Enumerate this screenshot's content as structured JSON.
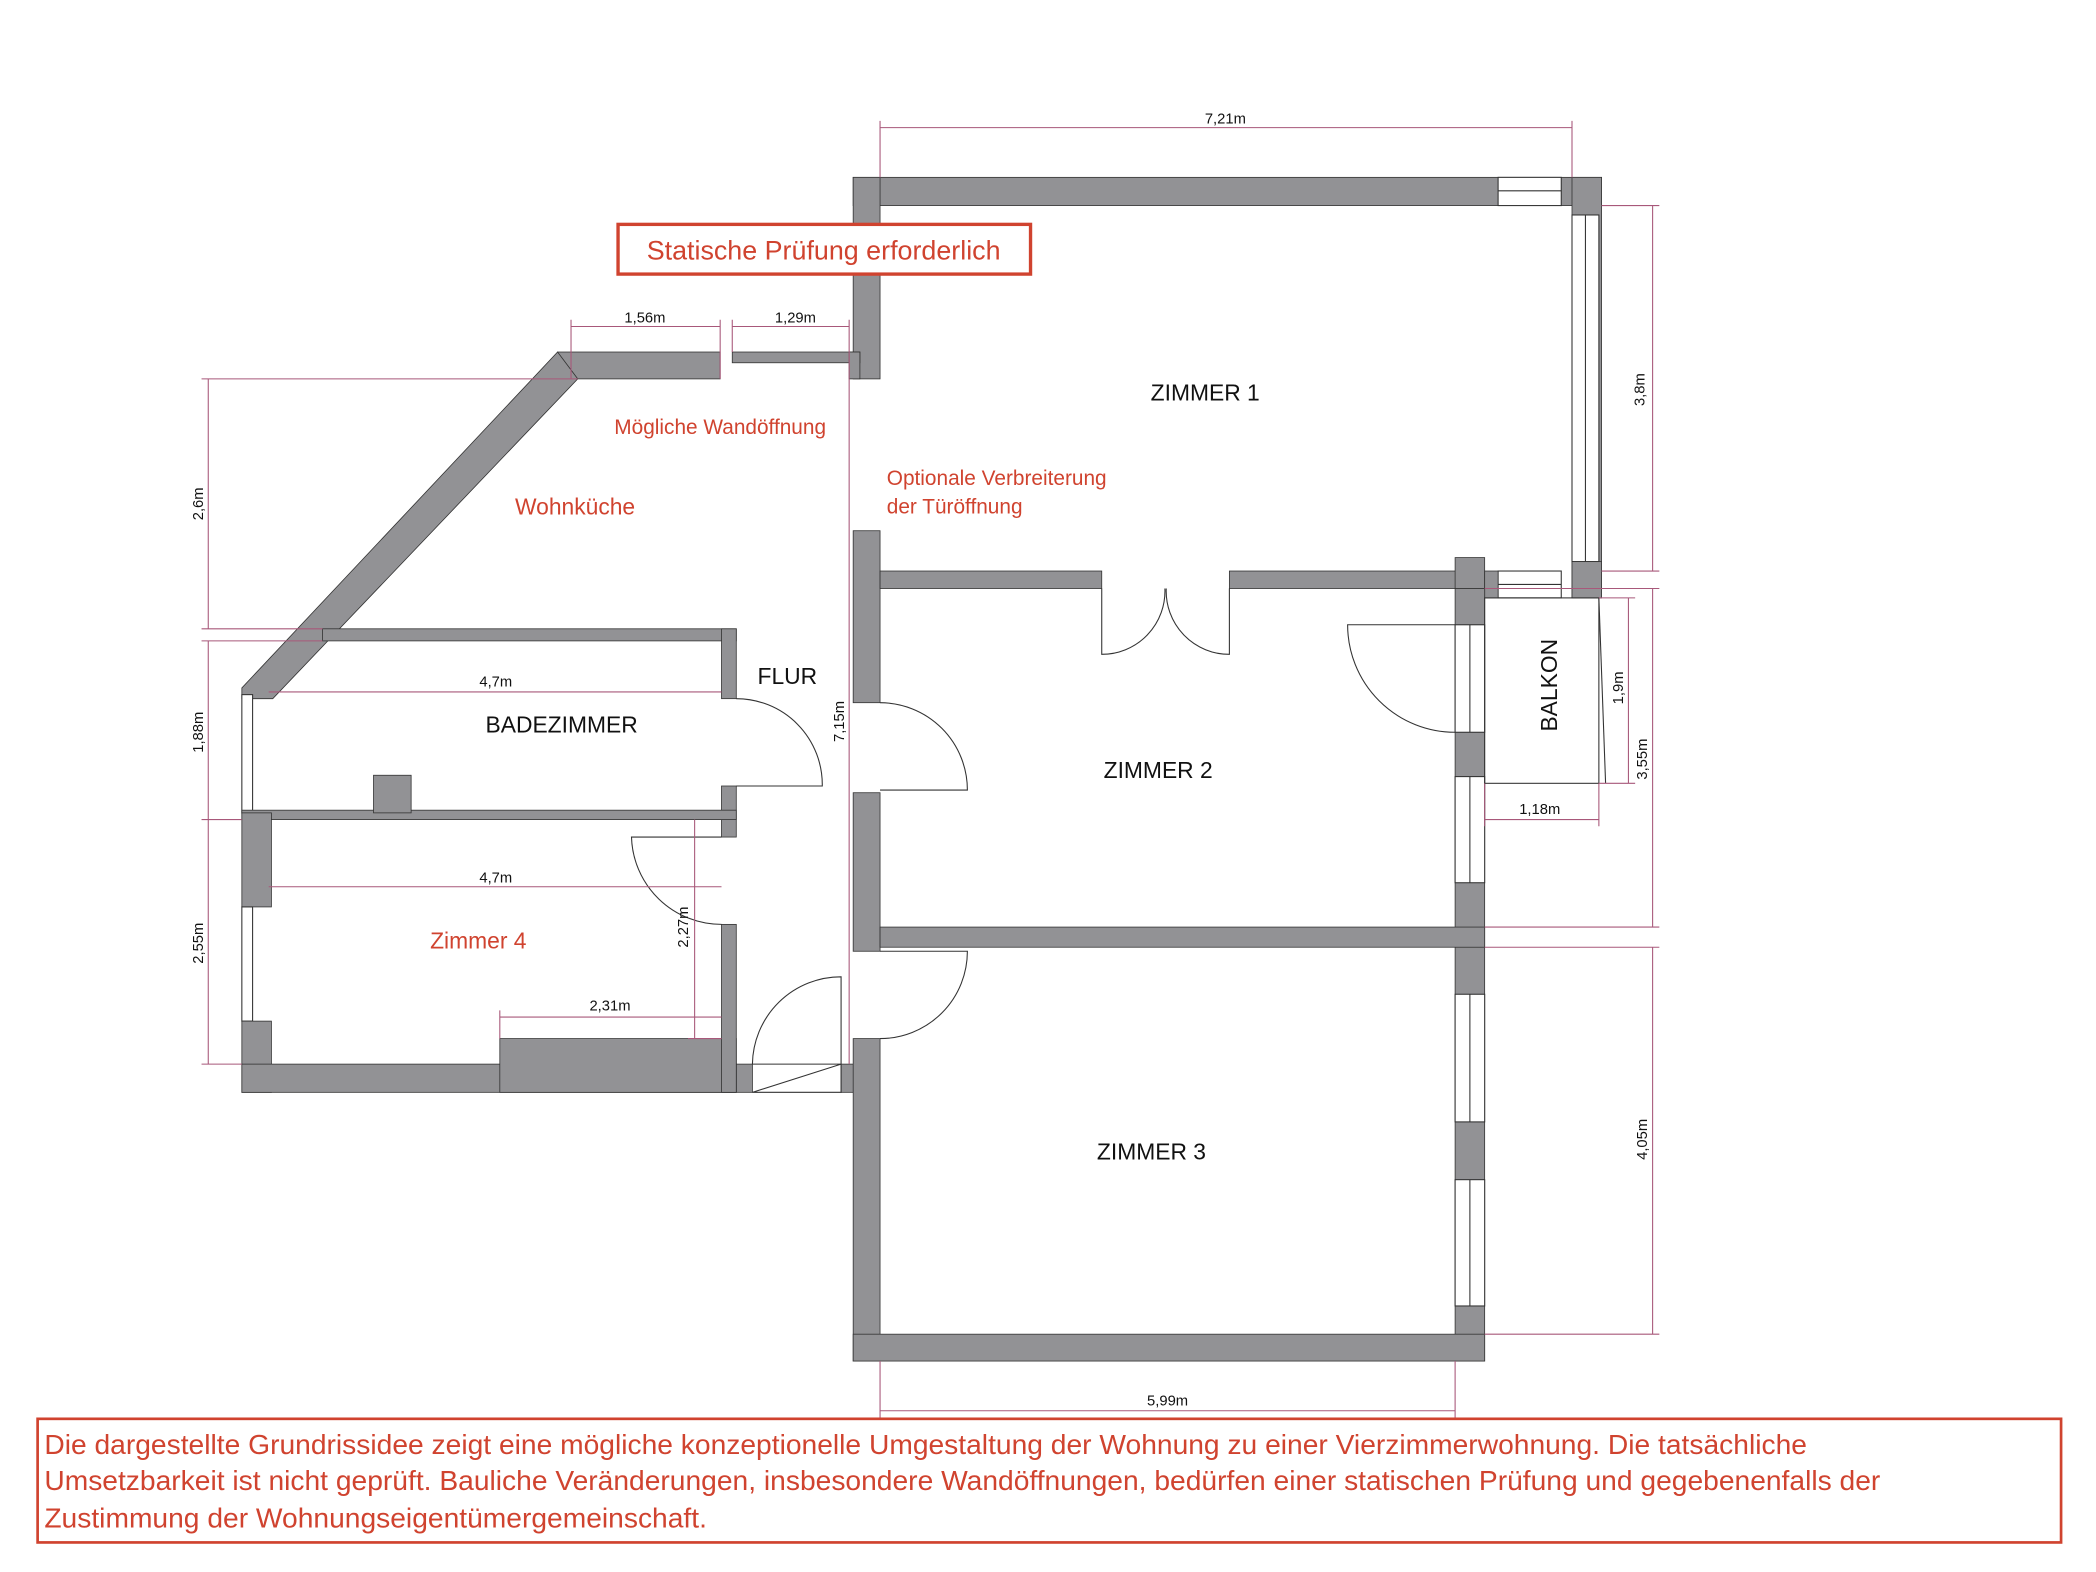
{
  "warning_box": "Statische Prüfung erforderlich",
  "rooms": {
    "zimmer1": "ZIMMER 1",
    "zimmer2": "ZIMMER 2",
    "zimmer3": "ZIMMER 3",
    "zimmer4": "Zimmer 4",
    "badezimmer": "BADEZIMMER",
    "flur": "FLUR",
    "balkon": "BALKON",
    "wohnkueche": "Wohnküche"
  },
  "annotations": {
    "wall_opening": "Mögliche Wandöffnung",
    "door_widening_line1": "Optionale Verbreiterung",
    "door_widening_line2": "der Türöffnung"
  },
  "dimensions": {
    "top_width": "7,21m",
    "zimmer1_height": "3,8m",
    "wall_a": "1,56m",
    "wall_b": "1,29m",
    "kitchen_height": "2,6m",
    "bath_height": "1,88m",
    "zimmer4_height": "2,55m",
    "bath_width": "4,7m",
    "zimmer4_width": "4,7m",
    "zimmer4_niche": "2,31m",
    "zimmer4_niche_height": "2,27m",
    "flur_length": "7,15m",
    "balkon_height": "1,9m",
    "zimmer2_height": "3,55m",
    "balkon_width": "1,18m",
    "zimmer3_height": "4,05m",
    "bottom_width": "5,99m"
  },
  "disclaimer": {
    "line1": "Die dargestellte Grundrissidee zeigt eine mögliche konzeptionelle Umgestaltung der Wohnung zu einer Vierzimmerwohnung. Die tatsächliche",
    "line2": "Umsetzbarkeit ist nicht geprüft. Bauliche Veränderungen, insbesondere Wandöffnungen, bedürfen einer statischen Prüfung und gegebenenfalls der",
    "line3": "Zustimmung der Wohnungseigentümergemeinschaft."
  },
  "colors": {
    "wall": "#929295",
    "accent": "#d0432f",
    "dimension": "#a8587a"
  }
}
